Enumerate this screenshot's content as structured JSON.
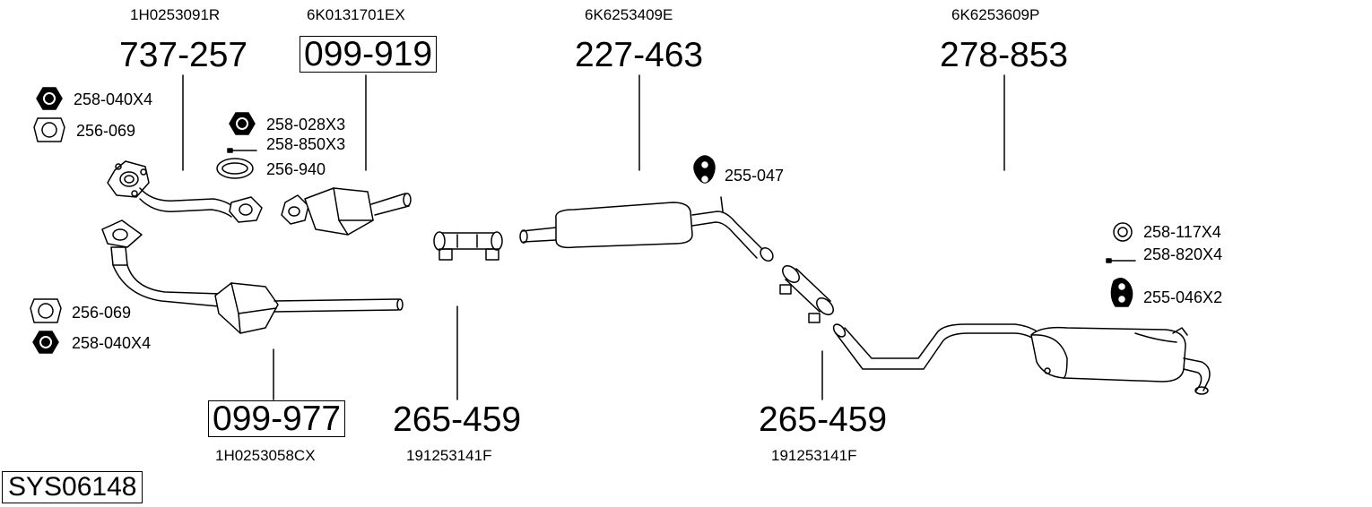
{
  "system_code": "SYS06148",
  "top_parts": [
    {
      "oem": "1H0253091R",
      "part": "737-257",
      "boxed": false
    },
    {
      "oem": "6K0131701EX",
      "part": "099-919",
      "boxed": true
    },
    {
      "oem": "6K6253409E",
      "part": "227-463",
      "boxed": false
    },
    {
      "oem": "6K6253609P",
      "part": "278-853",
      "boxed": false
    }
  ],
  "bottom_parts": [
    {
      "oem": "1H0253058CX",
      "part": "099-977",
      "boxed": true
    },
    {
      "oem": "191253141F",
      "part": "265-459",
      "boxed": false
    },
    {
      "oem": "191253141F",
      "part": "265-459",
      "boxed": false
    }
  ],
  "hardware": [
    {
      "code": "258-040X4",
      "icon": "nut-icon"
    },
    {
      "code": "256-069",
      "icon": "flange-gasket-icon"
    },
    {
      "code": "258-028X3",
      "icon": "nut-icon"
    },
    {
      "code": "258-850X3",
      "icon": "bolt-icon"
    },
    {
      "code": "256-940",
      "icon": "ring-gasket-icon"
    },
    {
      "code": "256-069",
      "icon": "flange-gasket-icon"
    },
    {
      "code": "258-040X4",
      "icon": "nut-icon"
    },
    {
      "code": "255-047",
      "icon": "rubber-hanger-icon"
    },
    {
      "code": "258-117X4",
      "icon": "washer-icon"
    },
    {
      "code": "258-820X4",
      "icon": "bolt-icon"
    },
    {
      "code": "255-046X2",
      "icon": "rubber-hanger-icon"
    }
  ]
}
